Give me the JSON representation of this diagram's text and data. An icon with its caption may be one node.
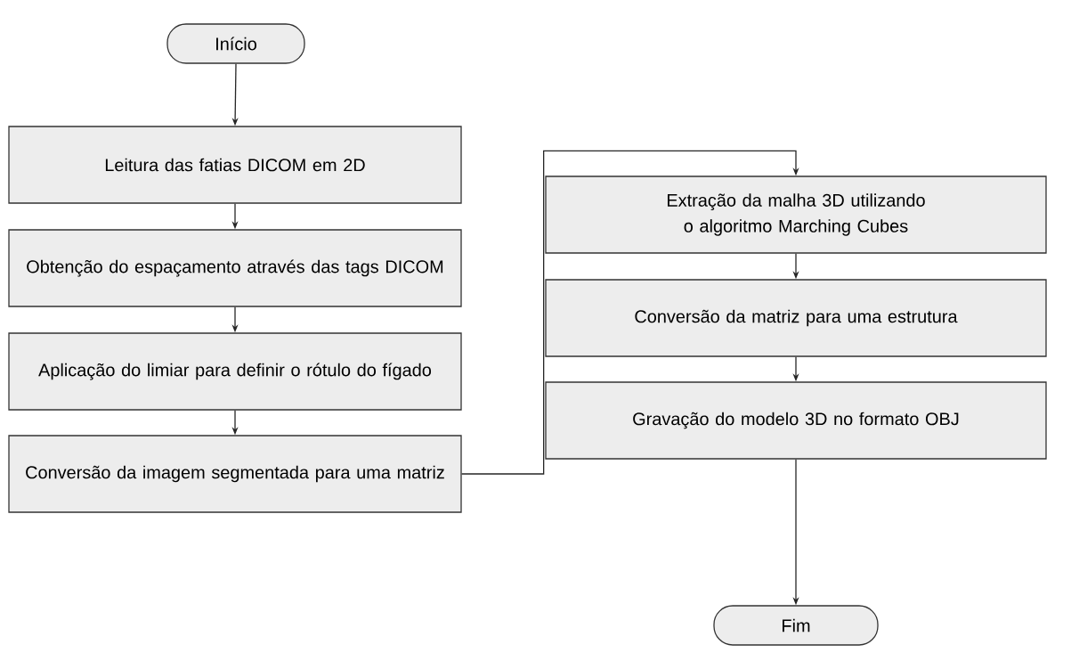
{
  "diagram": {
    "nodes": [
      {
        "text": [
          "Início"
        ]
      },
      {
        "text": [
          "Leitura das fatias DICOM em 2D"
        ]
      },
      {
        "text": [
          "Obtenção do espaçamento através das tags DICOM"
        ]
      },
      {
        "text": [
          "Aplicação do limiar para definir o rótulo do fígado"
        ]
      },
      {
        "text": [
          "Conversão da imagem segmentada para uma matriz"
        ]
      },
      {
        "text": [
          "Extração da malha 3D utilizando o algoritmo Marching Cubes"
        ]
      },
      {
        "text": [
          "Conversão da matriz para uma estrutura"
        ]
      },
      {
        "text": [
          "Gravação do modelo 3D no formato OBJ"
        ]
      },
      {
        "text": [
          "Fim"
        ]
      }
    ],
    "edges": [
      {
        "from": 0,
        "to": 1,
        "arrow": "to"
      },
      {
        "from": 1,
        "to": 2,
        "arrow": "to"
      },
      {
        "from": 2,
        "to": 3,
        "arrow": "to"
      },
      {
        "from": 3,
        "to": 4,
        "arrow": "to"
      },
      {
        "from": 4,
        "to": 5,
        "arrow": "to"
      },
      {
        "from": 5,
        "to": 6,
        "arrow": "to"
      },
      {
        "from": 6,
        "to": 7,
        "arrow": "to"
      },
      {
        "from": 7,
        "to": 8,
        "arrow": "to"
      }
    ]
  }
}
